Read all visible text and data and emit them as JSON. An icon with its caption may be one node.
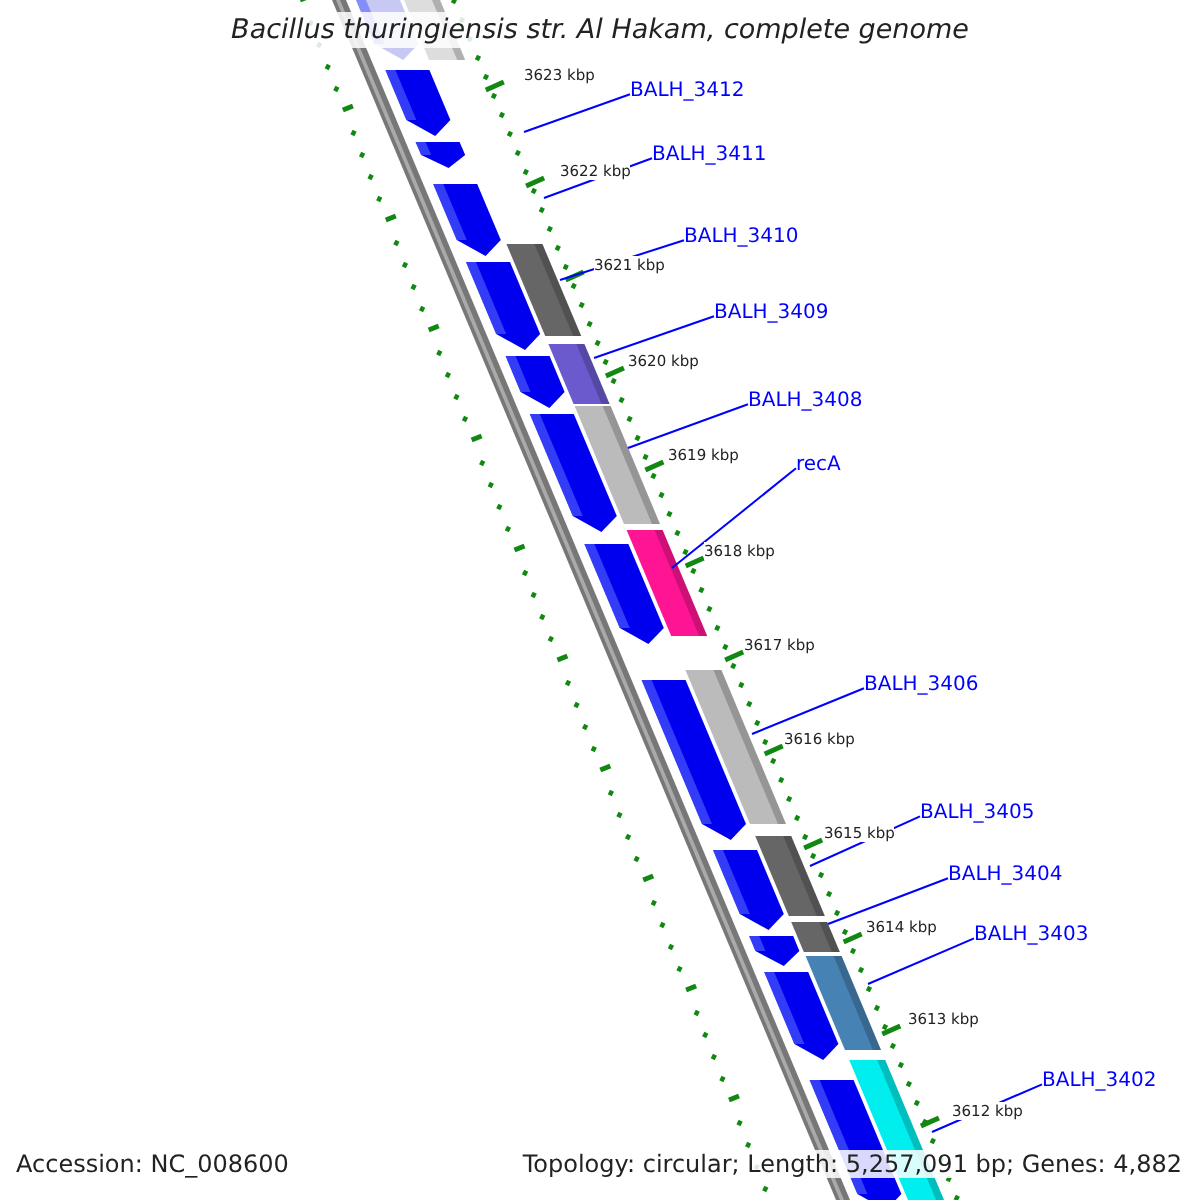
{
  "diagram": {
    "title": "Bacillus thuringiensis str. Al Hakam, complete genome",
    "nodes": [
      {
        "text": [
          "BALH_3412"
        ]
      },
      {
        "text": [
          "BALH_3411"
        ]
      },
      {
        "text": [
          "BALH_3410"
        ]
      },
      {
        "text": [
          "BALH_3409"
        ]
      },
      {
        "text": [
          "BALH_3408"
        ]
      },
      {
        "text": [
          "recA"
        ]
      },
      {
        "text": [
          "BALH_3406"
        ]
      },
      {
        "text": [
          "BALH_3405"
        ]
      },
      {
        "text": [
          "BALH_3404"
        ]
      },
      {
        "text": [
          "BALH_3403"
        ]
      },
      {
        "text": [
          "BALH_3402"
        ]
      }
    ],
    "edges": [
      {
        "from": 0,
        "to": null,
        "arrow": "none"
      },
      {
        "from": 1,
        "to": null,
        "arrow": "none"
      },
      {
        "from": 2,
        "to": null,
        "arrow": "none"
      },
      {
        "from": 3,
        "to": null,
        "arrow": "none"
      },
      {
        "from": 4,
        "to": null,
        "arrow": "none"
      },
      {
        "from": 5,
        "to": null,
        "arrow": "none"
      },
      {
        "from": 6,
        "to": null,
        "arrow": "none"
      },
      {
        "from": 7,
        "to": null,
        "arrow": "none"
      },
      {
        "from": 8,
        "to": null,
        "arrow": "none"
      },
      {
        "from": 9,
        "to": null,
        "arrow": "none"
      },
      {
        "from": 10,
        "to": null,
        "arrow": "none"
      }
    ],
    "labels": [
      "3623 kbp",
      "3622 kbp",
      "3621 kbp",
      "3620 kbp",
      "3619 kbp",
      "3618 kbp",
      "3617 kbp",
      "3616 kbp",
      "3615 kbp",
      "3614 kbp",
      "3613 kbp",
      "3612 kbp",
      "Accession: NC_008600",
      "Topology: circular; Length: 5,257,091 bp; Genes: 4,882"
    ]
  }
}
